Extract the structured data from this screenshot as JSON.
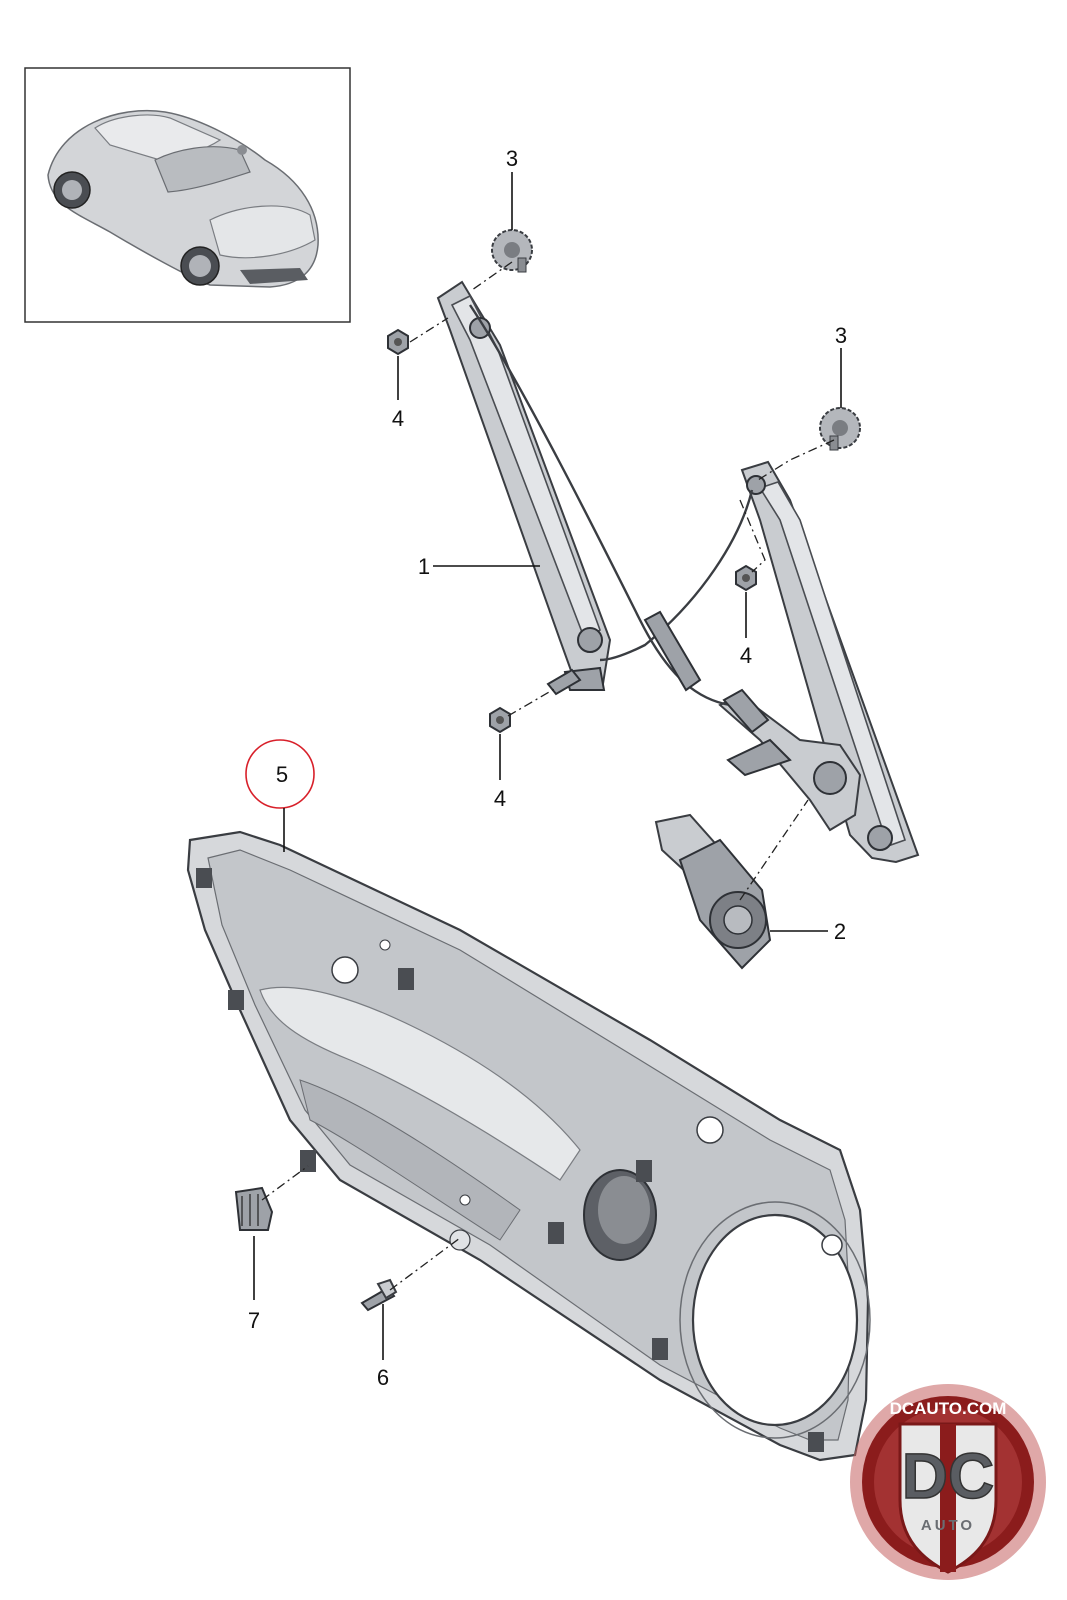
{
  "callouts": {
    "c1": "1",
    "c2": "2",
    "c3a": "3",
    "c3b": "3",
    "c4a": "4",
    "c4b": "4",
    "c4c": "4",
    "c5": "5",
    "c6": "6",
    "c7": "7"
  },
  "logo": {
    "url_text": "DCAUTO.COM",
    "monogram": "DC",
    "sub_text": "AUTO"
  },
  "colors": {
    "highlight_circle": "#d8202a",
    "logo_red": "#8b1c1c"
  }
}
